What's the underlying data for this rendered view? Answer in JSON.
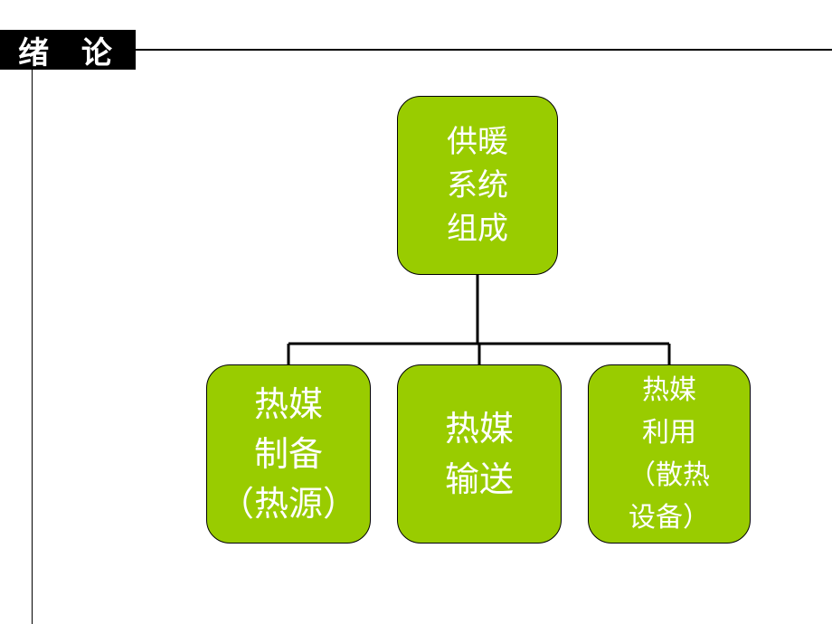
{
  "header": {
    "title": "绪 论"
  },
  "diagram": {
    "root": {
      "label": "供暖\n系统\n组成"
    },
    "children": [
      {
        "label": "热媒\n制备\n（热源）"
      },
      {
        "label": "热媒\n输送"
      },
      {
        "label": "热媒\n利用\n（散热\n设备）"
      }
    ]
  },
  "colors": {
    "node_fill": "#99cc00",
    "node_text": "#ffffff",
    "tab_fill": "#000000"
  }
}
